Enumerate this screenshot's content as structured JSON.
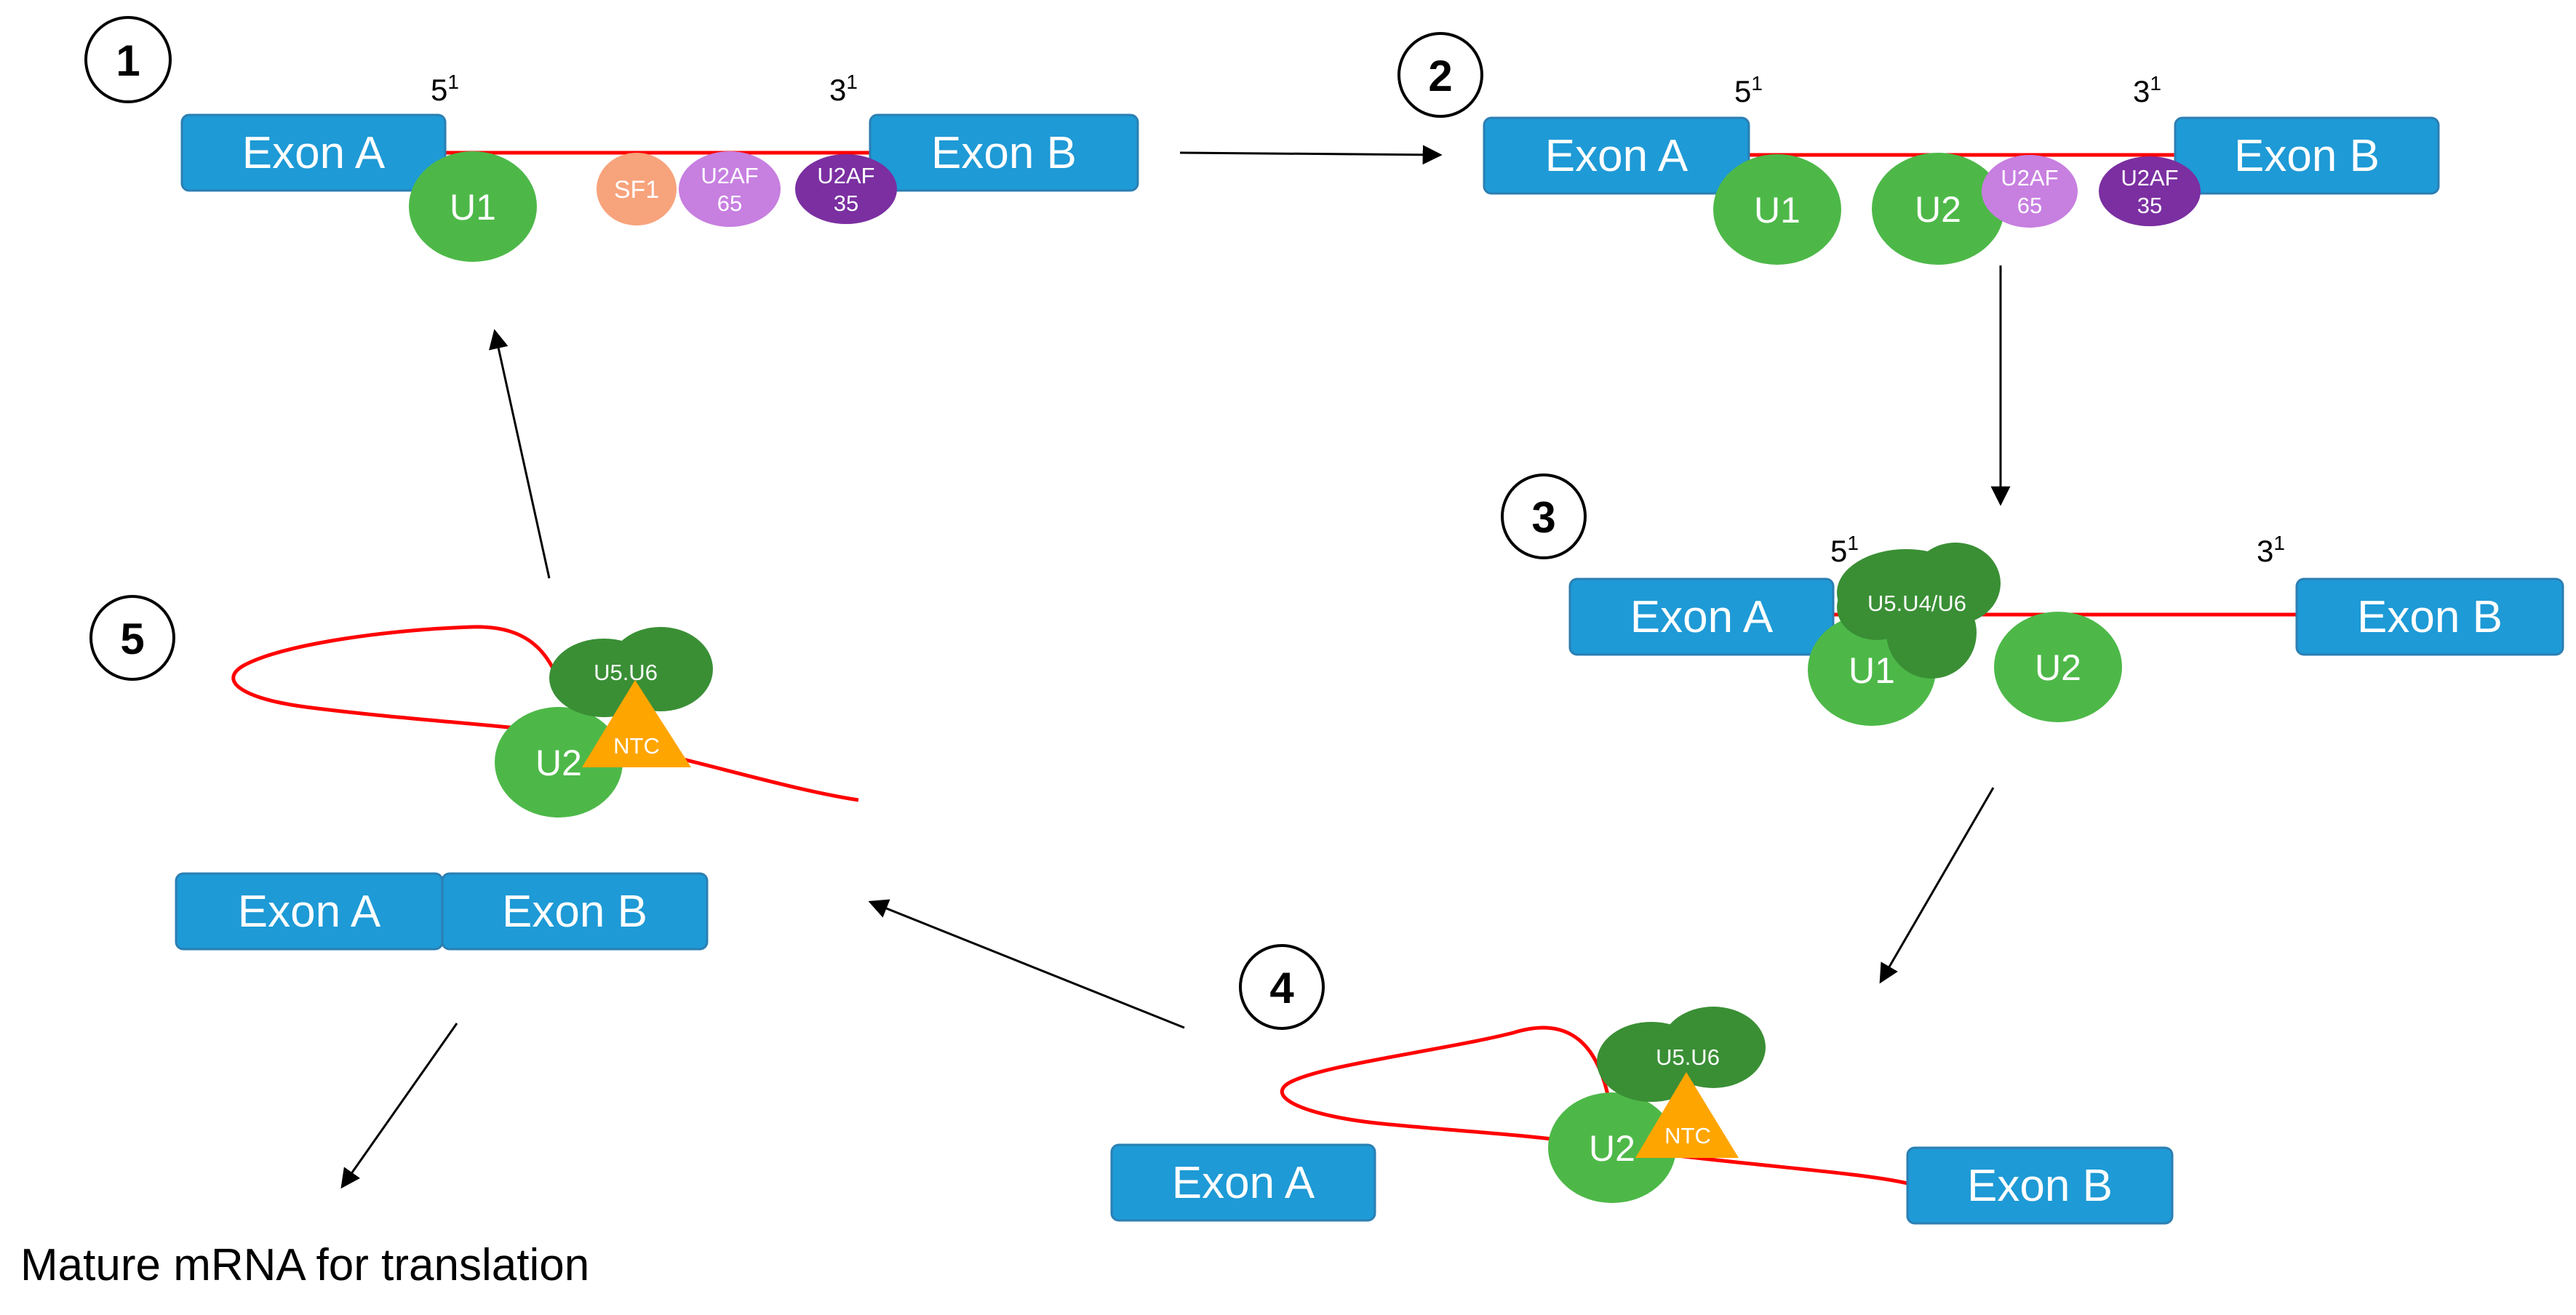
{
  "colors": {
    "exon": "#1e9ad6",
    "intron": "#ff0000",
    "u1_u2": "#4db848",
    "u5_u6": "#3a8f35",
    "sf1": "#f7a37c",
    "u2af65": "#c77fe0",
    "u2af35": "#7b2fa1",
    "ntc": "#ffa500"
  },
  "labels": {
    "exon_a": "Exon A",
    "exon_b": "Exon B",
    "five_prime": "5",
    "three_prime": "3",
    "site_sup": "1",
    "u1": "U1",
    "u2": "U2",
    "sf1": "SF1",
    "u2af_prefix": "U2AF",
    "u2af65_num": "65",
    "u2af35_num": "35",
    "u5u4u6": "U5.U4/U6",
    "u5u6": "U5.U6",
    "ntc": "NTC"
  },
  "steps": [
    "1",
    "2",
    "3",
    "4",
    "5"
  ],
  "caption": "Mature mRNA for translation"
}
